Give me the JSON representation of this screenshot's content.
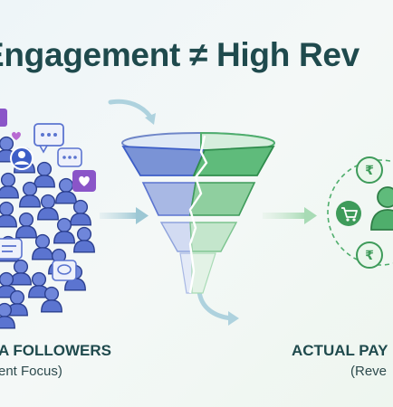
{
  "title": "Engagement ≠ High Rev",
  "left": {
    "heading": "A FOLLOWERS",
    "subheading": "ent Focus)"
  },
  "right": {
    "heading": "ACTUAL PAY",
    "subheading": "(Reve"
  },
  "icons": {
    "funnel": "funnel-icon",
    "crowd": "people-crowd-icon",
    "customer": "customer-icon",
    "cart": "shopping-cart-icon",
    "rupee": "rupee-cycle-icon"
  },
  "colors": {
    "title": "#1f4a4d",
    "crowd_blue": "#5b74d0",
    "funnel_blue": "#7a93d6",
    "funnel_green": "#4fae6c",
    "customer_green": "#3e9b5a",
    "chat_purple": "#8a55c8"
  }
}
